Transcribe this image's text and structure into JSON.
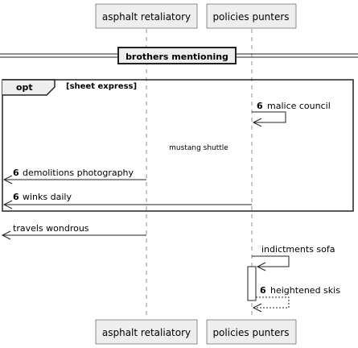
{
  "participants": [
    {
      "name": "asphalt retaliatory"
    },
    {
      "name": "policies punters"
    }
  ],
  "divider": {
    "label": "brothers mentioning"
  },
  "fragment": {
    "kind": "opt",
    "condition": "[sheet express]"
  },
  "messages": {
    "malice_council": {
      "number": "6",
      "text": "malice council"
    },
    "mustang_shuttle": {
      "text": "mustang shuttle"
    },
    "demolitions": {
      "number": "6",
      "text": "demolitions photography"
    },
    "winks": {
      "number": "6",
      "text": "winks daily"
    },
    "travels": {
      "text": "travels wondrous"
    },
    "indictments": {
      "text": "indictments sofa"
    },
    "heightened": {
      "number": "6",
      "text": "heightened skis"
    }
  }
}
